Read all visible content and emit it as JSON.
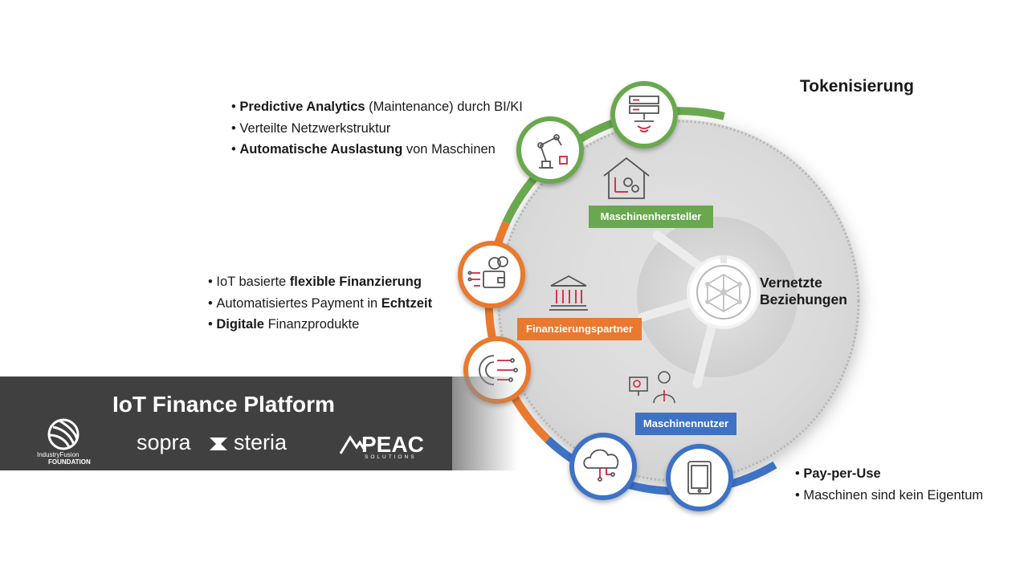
{
  "title": "Tokenisierung",
  "center_label": "Vernetzte Beziehungen",
  "bullet_groups": {
    "top": [
      {
        "bold": "Predictive Analytics",
        "rest": " (Maintenance) durch BI/KI"
      },
      {
        "bold": "",
        "rest": "Verteilte Netzwerkstruktur"
      },
      {
        "bold": "Automatische Auslastung",
        "rest": " von Maschinen"
      }
    ],
    "middle": [
      {
        "pre": "IoT basierte ",
        "bold": "flexible Finanzierung",
        "rest": ""
      },
      {
        "pre": "Automatisiertes Payment in ",
        "bold": "Echtzeit",
        "rest": ""
      },
      {
        "pre": "",
        "bold": "Digitale",
        "rest": " Finanzprodukte"
      }
    ],
    "bottom": [
      {
        "bold": "Pay-per-Use",
        "rest": ""
      },
      {
        "bold": "",
        "rest": "Maschinen sind kein Eigentum"
      }
    ]
  },
  "tags": {
    "hersteller": "Maschinenhersteller",
    "finanz": "Finanzierungspartner",
    "nutzer": "Maschinennutzer"
  },
  "banner": {
    "title": "IoT Finance Platform",
    "logo_sopra": "sopra",
    "logo_steria": "steria",
    "logo_peac": "PEAC",
    "logo_peac_sub": "SOLUTIONS",
    "logo_if_line1": "IndustryFusion",
    "logo_if_line2": "FOUNDATION"
  },
  "colors": {
    "green": "#6aa84f",
    "orange": "#e8792f",
    "blue": "#3d72c4",
    "banner": "#404040",
    "accent_red": "#d0243a"
  },
  "icons": [
    "server-icon",
    "robot-arm-icon",
    "factory-gears-icon",
    "wallet-coins-icon",
    "bank-icon",
    "gear-circuit-icon",
    "presenter-chart-icon",
    "cloud-icon",
    "tablet-icon",
    "network-brain-icon"
  ]
}
